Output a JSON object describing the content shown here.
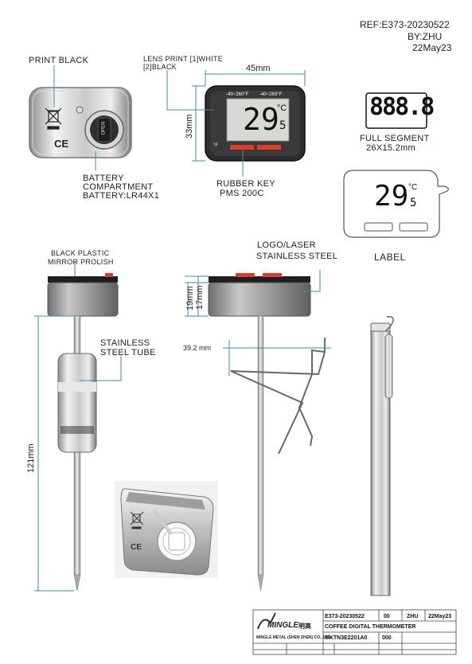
{
  "header": {
    "ref": "REF:E373-20230522",
    "by": "BY:ZHU",
    "date": "22May23"
  },
  "callouts": {
    "print_black": "PRINT BLACK",
    "lens_print_line1": "LENS PRINT [1]WHITE",
    "lens_print_line2": "[2]BLACK",
    "battery_line1": "BATTERY",
    "battery_line2": "COMPARTMENT",
    "battery_line3": "BATTERY:LR44X1",
    "rubber_key_line1": "RUBBER KEY",
    "rubber_key_line2": "PMS 200C",
    "full_segment_line1": "FULL SEGMENT",
    "full_segment_line2": "26X15.2mm",
    "label": "LABEL",
    "black_plastic_line1": "BLACK PLASTIC",
    "black_plastic_line2": "MIRROR PROLISH",
    "logo_laser_line1": "LOGO/LASER",
    "logo_laser_line2": "STAINLESS STEEL",
    "stainless_tube_line1": "STAINLESS",
    "stainless_tube_line2": "STEEL TUBE"
  },
  "dimensions": {
    "width_45": "45mm",
    "height_33": "33mm",
    "height_19": "19mm",
    "height_17": "17mm",
    "clip_392": "39.2 mm",
    "length_121": "121mm"
  },
  "display": {
    "full_segment_digits": "888.8",
    "reading": "29",
    "reading_decimal": "5",
    "unit_c": "°C",
    "unit_f": "°F",
    "range_text": "-40~260°F"
  },
  "back_view": {
    "ce_mark": "CE",
    "open_text": "OPEN"
  },
  "title_block": {
    "logo_text": "MINGLE",
    "logo_cn": "明高",
    "company": "MINGLE METAL (SHEN ZHEN) CO., LTD.",
    "drawing_no": "E373-20230522",
    "rev": "00",
    "drawn_by": "ZHU",
    "date": "22May23",
    "product_name": "COFFEE DIGITAL THERMOMETER",
    "product_no": "MKTN3E2201A0",
    "part_no": "000"
  },
  "colors": {
    "line": "#3a8fa8",
    "key_red": "#e03a2a",
    "case_dark": "#2b2b2b",
    "steel_light": "#e6e6e6",
    "steel_mid": "#b8b8b8",
    "lcd": "#d6dad3"
  }
}
